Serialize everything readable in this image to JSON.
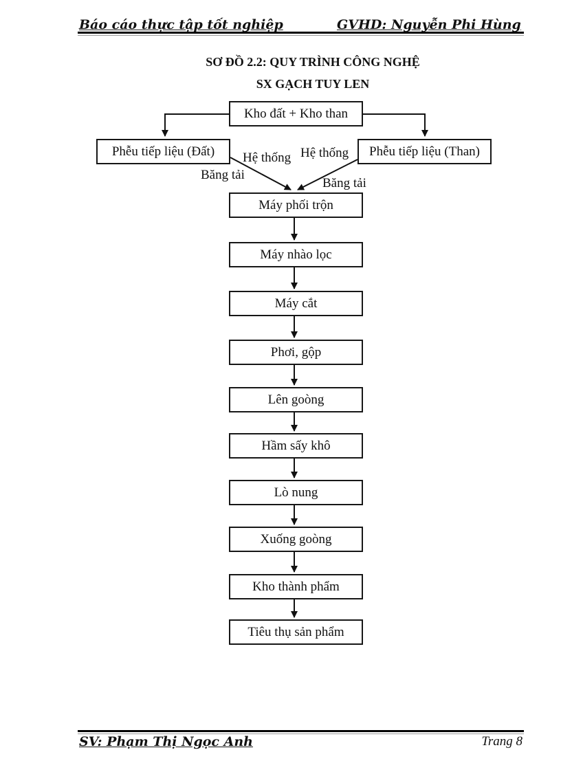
{
  "header": {
    "left": "Báo cáo thực tập tốt nghiệp",
    "right": "GVHD: Nguyễn Phi Hùng"
  },
  "title": {
    "line1": "SƠ ĐỒ 2.2: QUY TRÌNH CÔNG NGHỆ",
    "line2": "SX GẠCH TUY LEN"
  },
  "flowchart": {
    "source": {
      "label": "Kho đất + Kho than"
    },
    "left_branch": {
      "label": "Phễu tiếp liệu (Đất)"
    },
    "right_branch": {
      "label": "Phễu tiếp liệu (Than)"
    },
    "edge_labels": {
      "left_top": "Hệ thống",
      "left_bottom": "Băng tải",
      "right_top": "Hệ thống",
      "right_bottom": "Băng tải"
    },
    "chain": [
      {
        "label": "Máy phối trộn"
      },
      {
        "label": "Máy nhào lọc"
      },
      {
        "label": "Máy cắt"
      },
      {
        "label": "Phơi, gộp"
      },
      {
        "label": "Lên goòng"
      },
      {
        "label": "Hầm sấy khô"
      },
      {
        "label": "Lò nung"
      },
      {
        "label": "Xuống goòng"
      },
      {
        "label": "Kho thành phẩm"
      },
      {
        "label": "Tiêu thụ sản phẩm"
      }
    ]
  },
  "footer": {
    "left": "SV: Phạm Thị Ngọc Anh",
    "right": "Trang 8"
  },
  "colors": {
    "ink": "#111111",
    "box_border": "#161616",
    "paper": "#ffffff"
  }
}
